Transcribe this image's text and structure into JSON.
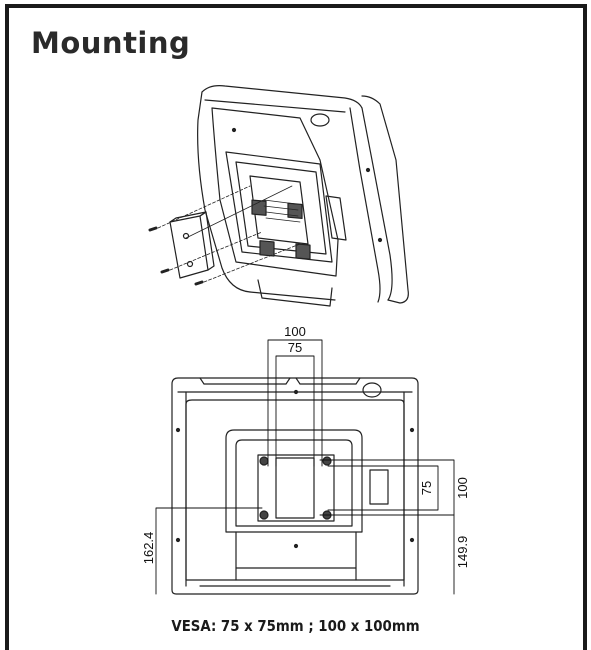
{
  "title": "Mounting",
  "caption": "VESA: 75 x 75mm ; 100 x 100mm",
  "dimensions": {
    "top_100": "100",
    "top_75": "75",
    "right_75": "75",
    "right_100": "100",
    "left_height": "162.4",
    "right_height": "149.9"
  }
}
